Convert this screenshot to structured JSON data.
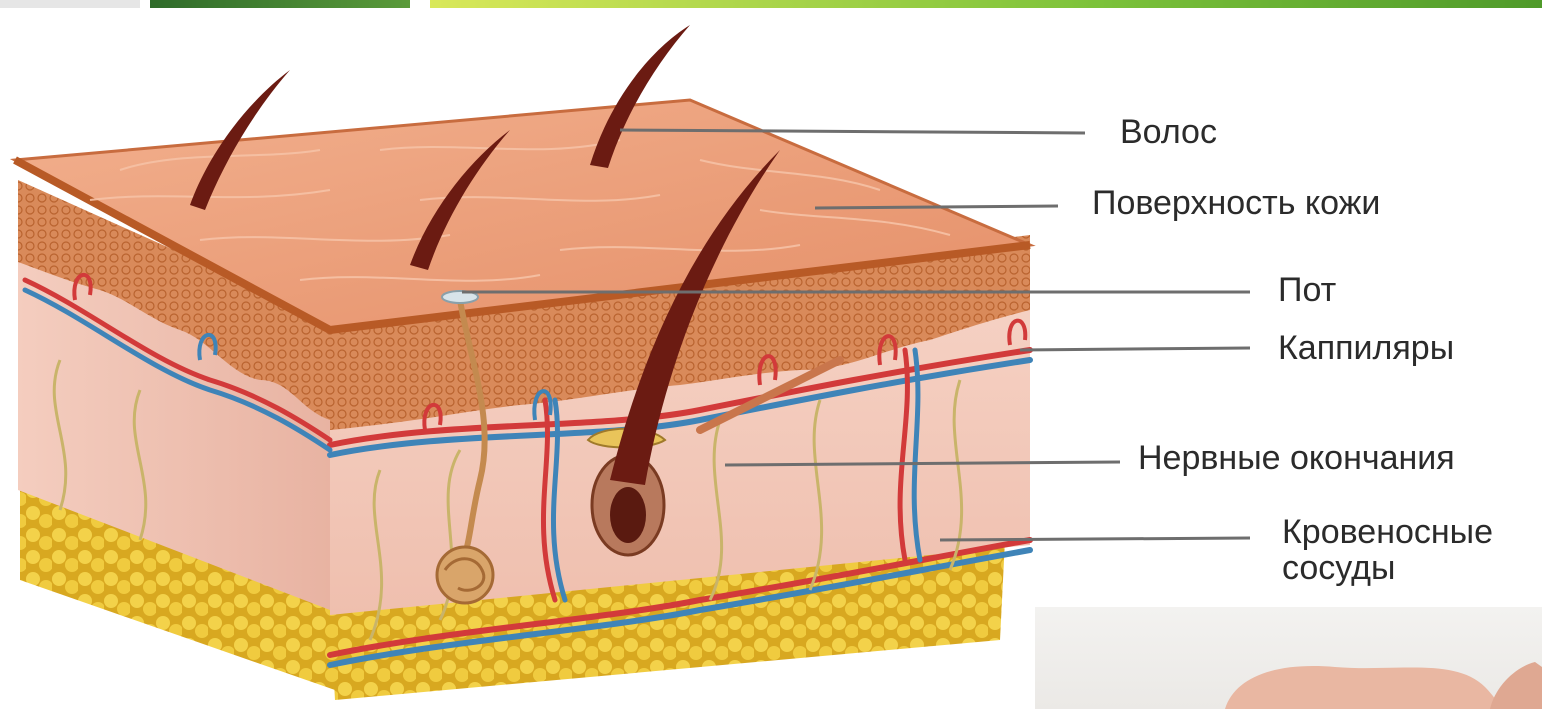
{
  "labels": {
    "hair": "Волос",
    "surface": "Поверхность кожи",
    "sweat": "Пот",
    "capillaries": "Каппиляры",
    "nerve_endings": "Нервные окончания",
    "blood_vessels_1": "Кровеносные",
    "blood_vessels_2": "сосуды"
  },
  "colors": {
    "skin_top": "#e9a07c",
    "epidermis": "#c8743f",
    "dermis": "#f1c6b8",
    "fat": "#e8c53a",
    "hair": "#6b1b12",
    "artery": "#d23a3a",
    "vein": "#3f84b8",
    "nerve": "#c9b46a",
    "leader_line": "#6e6e6e",
    "top_strip_green": "#7cc23a"
  },
  "icons": {
    "top_strip": "green-photo-strip",
    "corner": "hand-photo-fragment"
  }
}
